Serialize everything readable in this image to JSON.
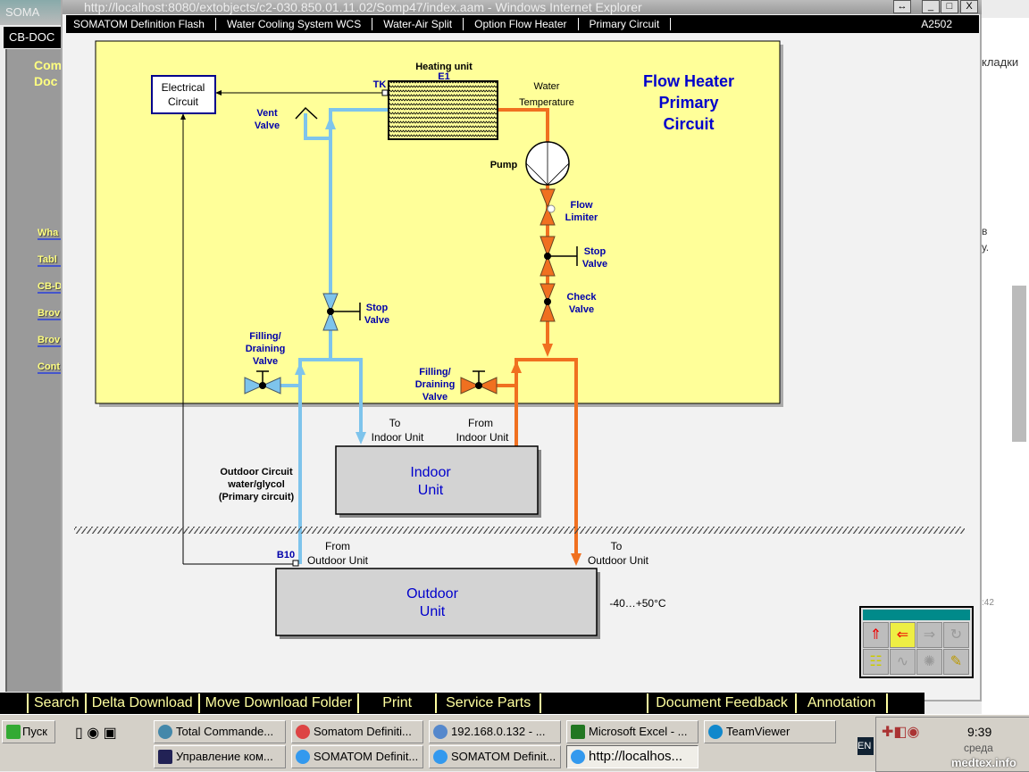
{
  "background_window": {
    "title": "SOMA",
    "header": "CB-DOC",
    "heading": [
      "Com",
      "Doc"
    ],
    "links": [
      "Wha",
      "Tabl",
      "CB-D",
      "Brov",
      "Brov",
      "Cont"
    ]
  },
  "browser": {
    "title": "http://localhost:8080/extobjects/c2-030.850.01.11.02/Somp47/index.aam - Windows Internet Explorer",
    "buttons": [
      "↔",
      "_",
      "□",
      "X"
    ]
  },
  "breadcrumb": {
    "items": [
      "SOMATOM Definition Flash",
      "Water Cooling System WCS",
      "Water-Air Split",
      "Option Flow Heater",
      "Primary Circuit"
    ],
    "doc_id": "A2502"
  },
  "diagram": {
    "title": [
      "Flow Heater",
      "Primary",
      "Circuit"
    ],
    "electrical_circuit": [
      "Electrical",
      "Circuit"
    ],
    "heating_unit": [
      "Heating unit",
      "E1"
    ],
    "tk": "TK",
    "b10": "B10",
    "water_temperature": [
      "Water",
      "Temperature"
    ],
    "vent_valve": [
      "Vent",
      "Valve"
    ],
    "pump": "Pump",
    "flow_limiter": [
      "Flow",
      "Limiter"
    ],
    "stop_valve_hot": [
      "Stop",
      "Valve"
    ],
    "check_valve": [
      "Check",
      "Valve"
    ],
    "stop_valve_cold": [
      "Stop",
      "Valve"
    ],
    "filling_cold": [
      "Filling/",
      "Draining",
      "Valve"
    ],
    "filling_hot": [
      "Filling/",
      "Draining",
      "Valve"
    ],
    "to_indoor": [
      "To",
      "Indoor Unit"
    ],
    "from_indoor": [
      "From",
      "Indoor Unit"
    ],
    "indoor_unit": [
      "Indoor",
      "Unit"
    ],
    "outdoor_circuit": [
      "Outdoor Circuit",
      "water/glycol",
      "(Primary circuit)"
    ],
    "from_outdoor": [
      "From",
      "Outdoor Unit"
    ],
    "to_outdoor": [
      "To",
      "Outdoor Unit"
    ],
    "outdoor_unit": [
      "Outdoor",
      "Unit"
    ],
    "temp_range": "-40…+50°C",
    "colors": {
      "cold": "#7ec4ec",
      "hot": "#f07020",
      "label": "#0000aa",
      "panel": "#ffff99"
    }
  },
  "bottom_links": [
    "Search",
    "Delta Download",
    "Move Download Folder",
    "Print",
    "Service Parts",
    "",
    "Document Feedback",
    "Annotation"
  ],
  "right_window": {
    "tabs_label": "кладки",
    "text": [
      "в",
      "у."
    ],
    "time": ":42"
  },
  "taskbar": {
    "start": "Пуск",
    "row1": [
      "Total Commande...",
      "Somatom Definiti...",
      "192.168.0.132 - ...",
      "Microsoft Excel - ...",
      "TeamViewer"
    ],
    "row2": [
      "Управление ком...",
      "SOMATOM Definit...",
      "SOMATOM Definit...",
      "http://localhos..."
    ],
    "lang": "EN",
    "clock": "9:39",
    "day": "среда",
    "watermark": "medtех.info"
  },
  "widget": {
    "icons": [
      "home-up-icon",
      "page-back-icon",
      "page-forward-icon",
      "cycle-icon",
      "tree-icon",
      "waveform-icon",
      "light-icon",
      "notes-icon"
    ]
  }
}
